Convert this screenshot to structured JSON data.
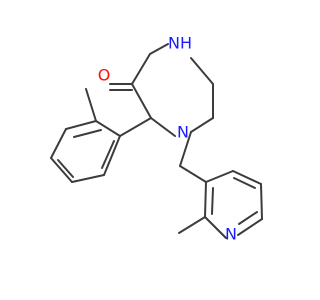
{
  "molecule": {
    "atoms": {
      "o": "O",
      "nh": "NH",
      "n_ring": "N",
      "n_pyridine": "N"
    },
    "colors": {
      "bond": "#3c3c3c",
      "oxygen": "#ff0d0d",
      "nitrogen": "#1a1aff",
      "background": "#ffffff"
    }
  }
}
